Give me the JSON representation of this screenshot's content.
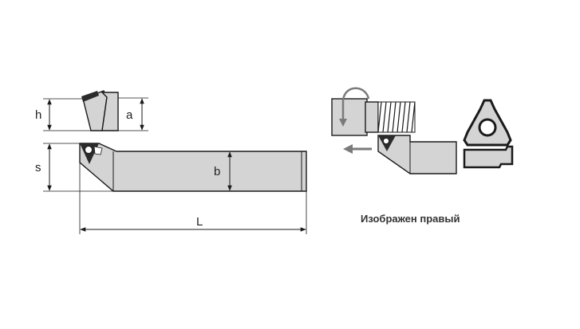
{
  "labels": {
    "h": "h",
    "a": "a",
    "s": "s",
    "b": "b",
    "L": "L"
  },
  "caption": "Изображен правый",
  "colors": {
    "body": "#d4d4d4",
    "outline": "#1a1a1a",
    "arrow": "#7a7a7a",
    "insert_dark": "#2b2b2b"
  }
}
